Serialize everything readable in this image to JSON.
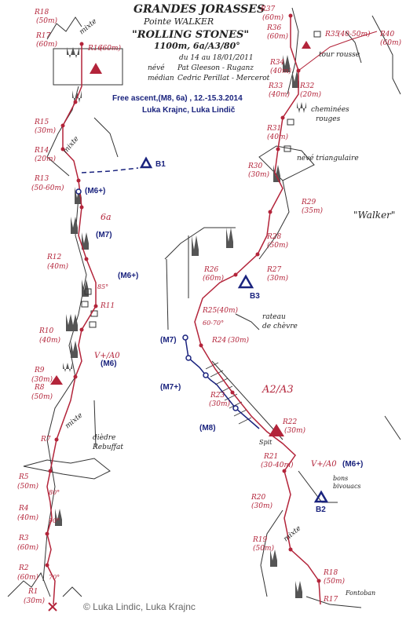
{
  "header": {
    "title": "GRANDES JORASSES",
    "subtitle": "Pointe WALKER",
    "route": "\"ROLLING STONES\"",
    "grade": "1100m, 6a/A3/80°",
    "dates": "du 14 au 18/01/2011",
    "party_1_label": "névé",
    "party_1_names": "Pat Gleeson - Ruganz",
    "party_2_label": "médian",
    "party_2_names": "Cedric Perillat - Mercerot"
  },
  "free_ascent": {
    "line1": "Free ascent,(M8, 6a) , 12.-15.3.2014",
    "line2": "Luka Krajnc, Luka Lindič"
  },
  "copyright": "© Luka Lindic, Luka Krajnc",
  "bivouacs": [
    "B1",
    "B2",
    "B3"
  ],
  "left_pitches": [
    {
      "id": "R18",
      "len": "(50m)"
    },
    {
      "id": "R17",
      "len": "(60m)"
    },
    {
      "id": "R16",
      "len": "(60m)"
    },
    {
      "id": "R15",
      "len": "(30m)"
    },
    {
      "id": "R14",
      "len": "(20m)"
    },
    {
      "id": "R13",
      "len": "(50-60m)"
    },
    {
      "id": "R12",
      "len": "(40m)"
    },
    {
      "id": "R11",
      "len": ""
    },
    {
      "id": "R10",
      "len": "(40m)"
    },
    {
      "id": "R9",
      "len": "(30m)"
    },
    {
      "id": "R8",
      "len": "(50m)"
    },
    {
      "id": "R7",
      "len": ""
    },
    {
      "id": "R5",
      "len": "(50m)"
    },
    {
      "id": "R4",
      "len": "(40m)"
    },
    {
      "id": "R3",
      "len": "(60m)"
    },
    {
      "id": "R2",
      "len": "(60m)"
    },
    {
      "id": "R1",
      "len": "(30m)"
    }
  ],
  "right_pitches": [
    {
      "id": "R37",
      "len": "(60m)"
    },
    {
      "id": "R36",
      "len": "(60m)"
    },
    {
      "id": "R35",
      "len": "(40-50m)"
    },
    {
      "id": "R40",
      "len": "(60m)"
    },
    {
      "id": "R34",
      "len": "(40m)"
    },
    {
      "id": "R33",
      "len": "(40m)"
    },
    {
      "id": "R32",
      "len": "(20m)"
    },
    {
      "id": "R31",
      "len": "(40m)"
    },
    {
      "id": "R30",
      "len": "(30m)"
    },
    {
      "id": "R29",
      "len": "(35m)"
    },
    {
      "id": "R28",
      "len": "(50m)"
    },
    {
      "id": "R27",
      "len": "(30m)"
    },
    {
      "id": "R26",
      "len": "(60m)"
    },
    {
      "id": "R25",
      "len": "(40m)"
    },
    {
      "id": "R24",
      "len": "(30m)"
    },
    {
      "id": "R23",
      "len": "(30m)"
    },
    {
      "id": "R22",
      "len": "(30m)"
    },
    {
      "id": "R21",
      "len": "(30-40m)"
    },
    {
      "id": "R20",
      "len": "(30m)"
    },
    {
      "id": "R19",
      "len": "(50m)"
    },
    {
      "id": "R18",
      "len": "(50m)"
    },
    {
      "id": "R17",
      "len": ""
    }
  ],
  "grades": {
    "M6plus_a": "(M6+)",
    "six_a": "6a",
    "M7_a": "(M7)",
    "M6plus_b": "(M6+)",
    "V_A0_left": "V+/A0",
    "M6": "(M6)",
    "M7_b": "(M7)",
    "M7plus": "(M7+)",
    "A2_A3": "A2/A3",
    "M8": "(M8)",
    "V_A0_right": "V+/A0",
    "M6plus_c": "(M6+)",
    "deg_85": "85°",
    "deg_60_70": "60-70°",
    "deg_80": "80°",
    "deg_70": "70°",
    "deg_90": "90°"
  },
  "notes": {
    "mixte_1": "mixte",
    "mixte_2": "mixte",
    "mixte_3": "mixte",
    "mixte_4": "mixte",
    "dièdre": "dièdre",
    "rebuffat": "Rebuffat",
    "cheminees": "cheminées",
    "rouges": "rouges",
    "neve_tri": "névé triangulaire",
    "walker": "\"Walker\"",
    "rateau": "rateau",
    "de_chevre": "de chèvre",
    "tour_rousse": "tour rousse",
    "spit": "Spit",
    "bons": "bons",
    "bivouac": "bivouacs",
    "fontoban": "Fontoban"
  }
}
